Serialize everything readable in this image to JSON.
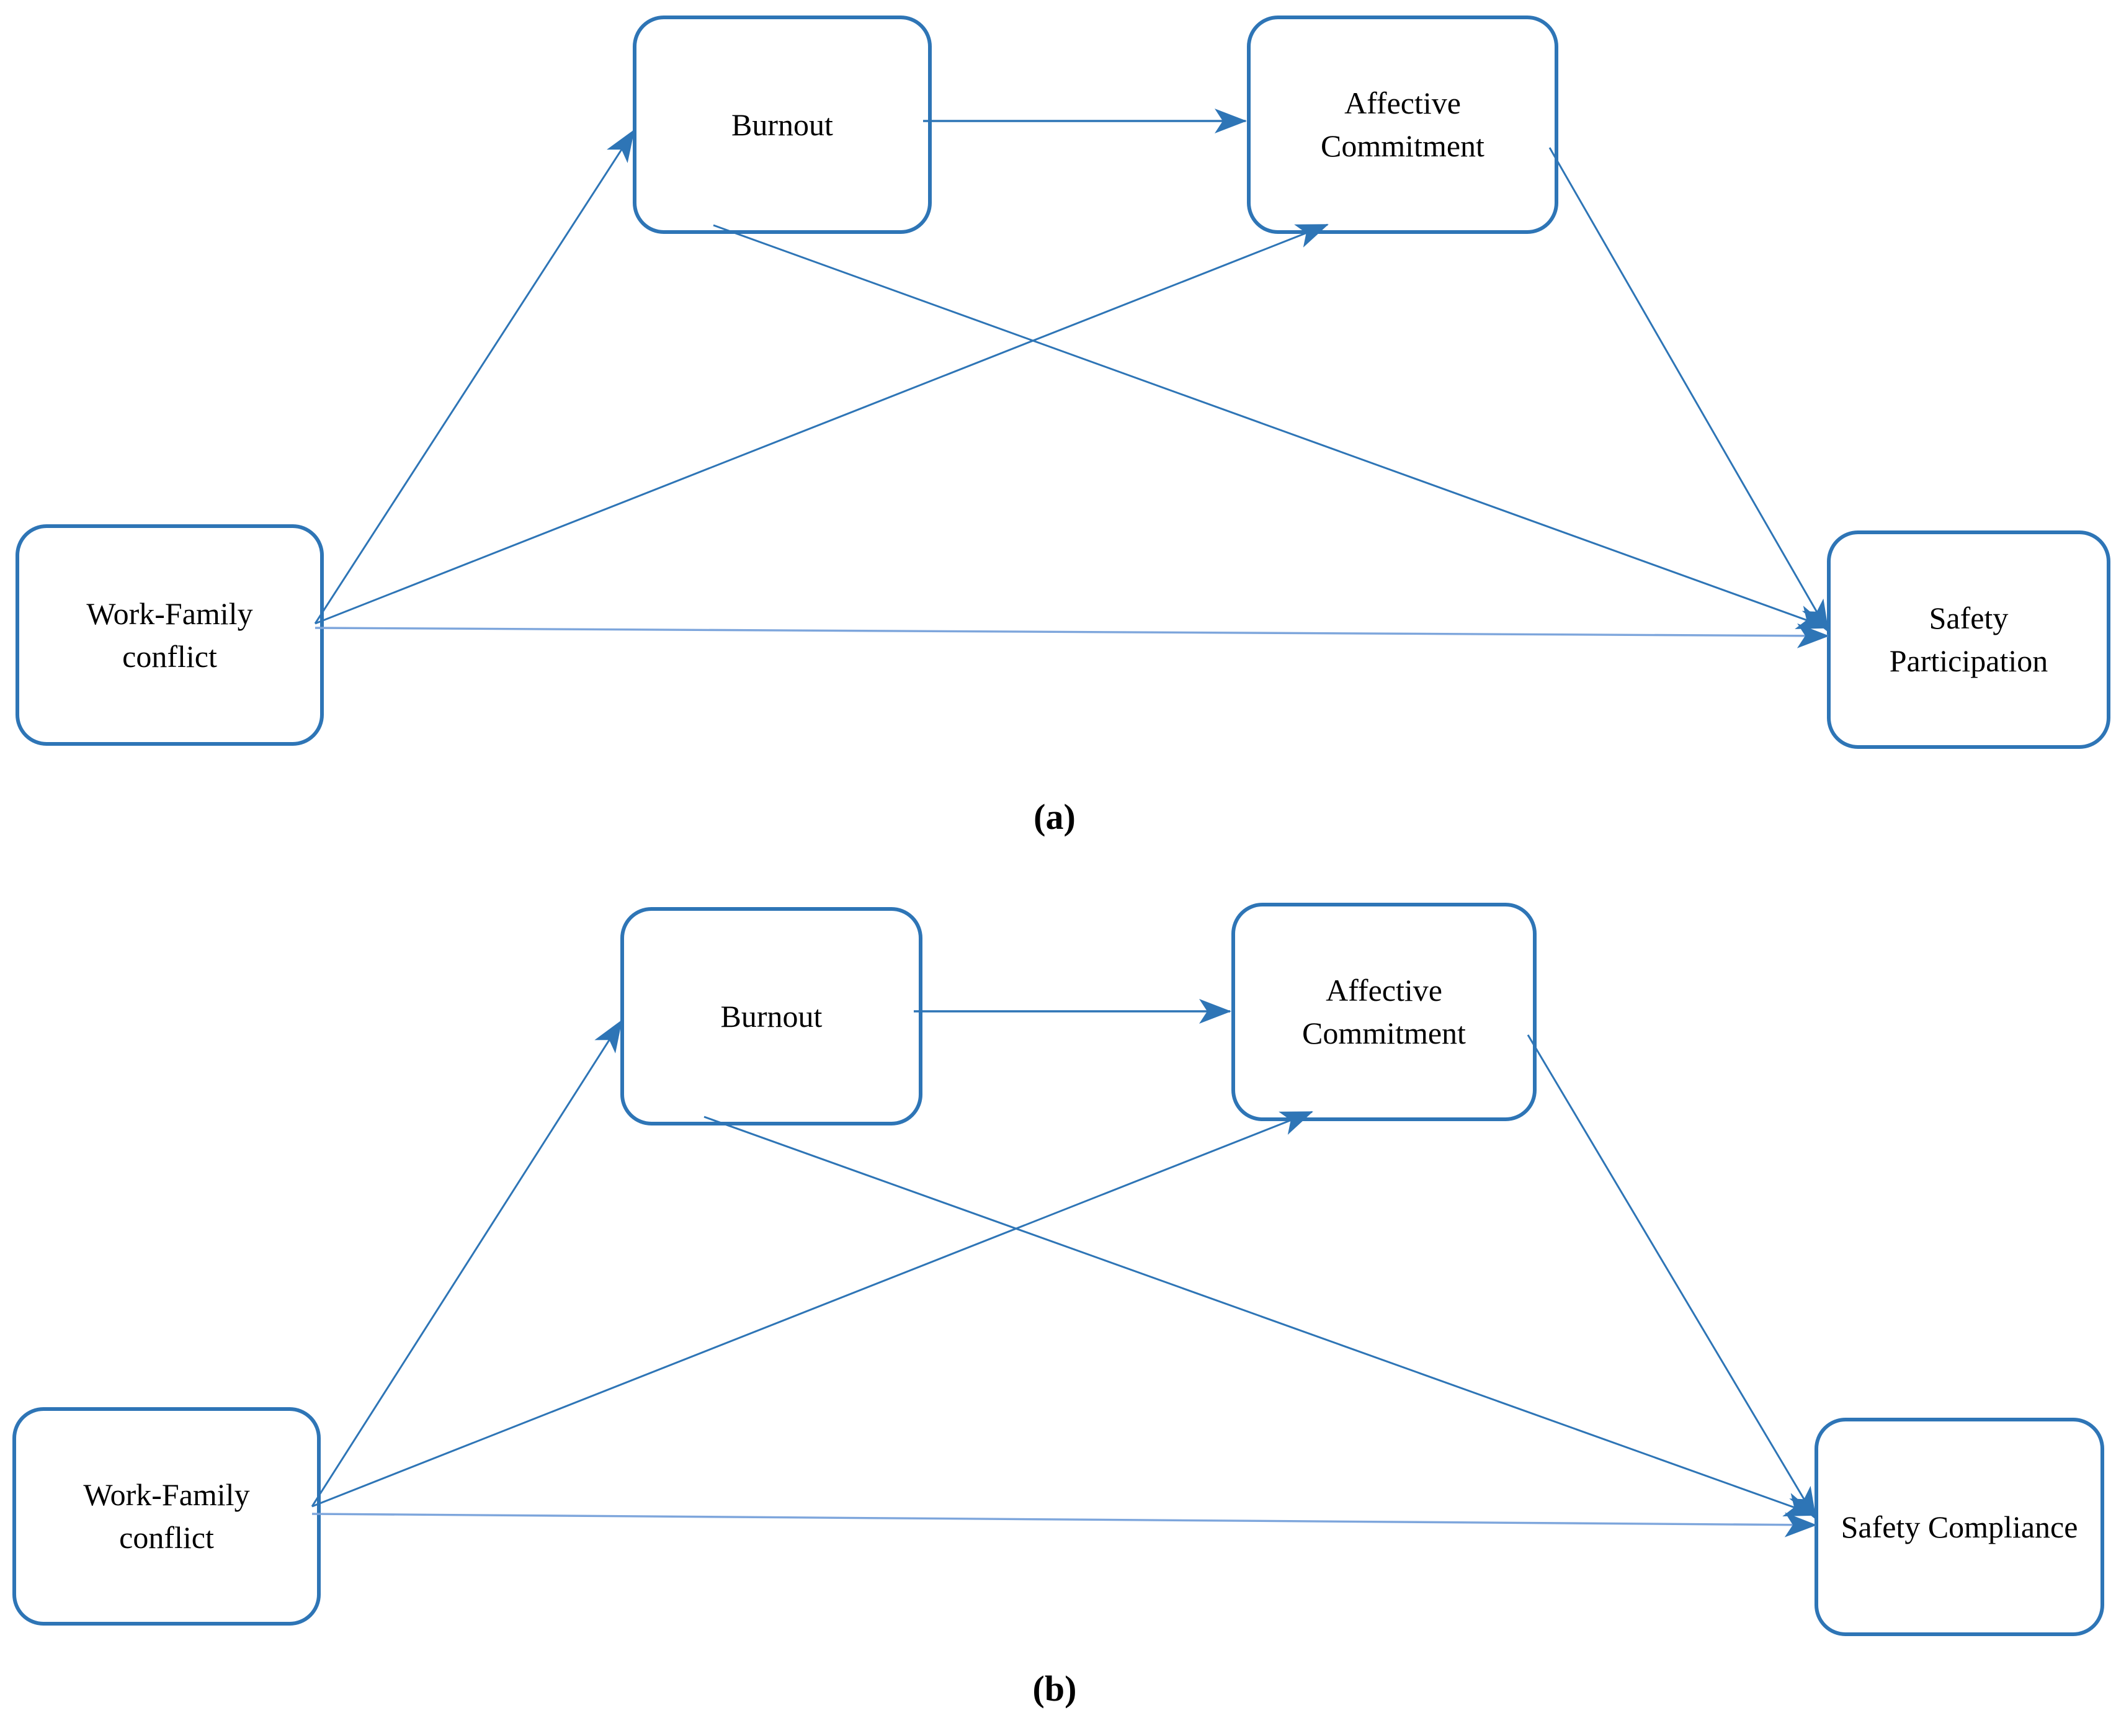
{
  "figure": {
    "colors": {
      "box_border": "#2e75b6",
      "arrow": "#2e75b6",
      "arrow_light": "#7ea6dc"
    },
    "panels": [
      {
        "id": "a",
        "caption": "(a)",
        "nodes": [
          {
            "id": "wfc",
            "label": "Work-Family conflict"
          },
          {
            "id": "burnout",
            "label": "Burnout"
          },
          {
            "id": "ac",
            "label": "Affective Commitment"
          },
          {
            "id": "outcome",
            "label": "Safety Participation"
          }
        ],
        "edges": [
          {
            "from": "wfc",
            "to": "burnout"
          },
          {
            "from": "burnout",
            "to": "ac"
          },
          {
            "from": "wfc",
            "to": "ac"
          },
          {
            "from": "burnout",
            "to": "outcome"
          },
          {
            "from": "ac",
            "to": "outcome"
          },
          {
            "from": "wfc",
            "to": "outcome"
          }
        ]
      },
      {
        "id": "b",
        "caption": "(b)",
        "nodes": [
          {
            "id": "wfc",
            "label": "Work-Family conflict"
          },
          {
            "id": "burnout",
            "label": "Burnout"
          },
          {
            "id": "ac",
            "label": "Affective Commitment"
          },
          {
            "id": "outcome",
            "label": "Safety Compliance"
          }
        ],
        "edges": [
          {
            "from": "wfc",
            "to": "burnout"
          },
          {
            "from": "burnout",
            "to": "ac"
          },
          {
            "from": "wfc",
            "to": "ac"
          },
          {
            "from": "burnout",
            "to": "outcome"
          },
          {
            "from": "ac",
            "to": "outcome"
          },
          {
            "from": "wfc",
            "to": "outcome"
          }
        ]
      }
    ]
  }
}
